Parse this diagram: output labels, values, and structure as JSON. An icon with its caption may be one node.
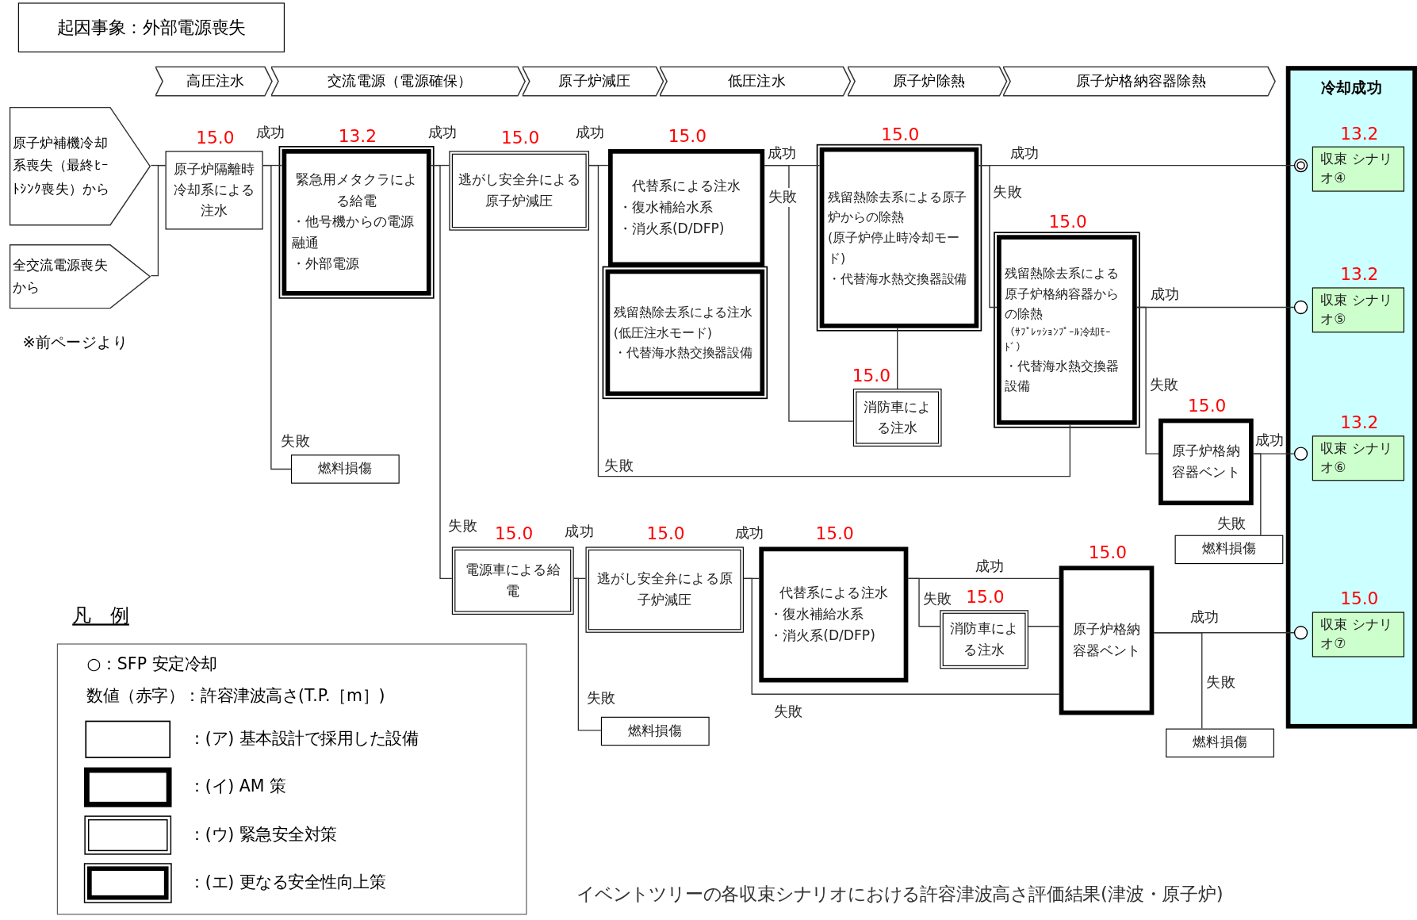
{
  "diagram": {
    "title": "起因事象：外部電源喪失",
    "caption": "イベントツリーの各収束シナリオにおける許容津波高さ評価結果(津波・原子炉)",
    "nodes": [
      {
        "text": [
          "高圧注水"
        ]
      },
      {
        "text": [
          "交流電源（電源確保）"
        ]
      },
      {
        "text": [
          "原子炉減圧"
        ]
      },
      {
        "text": [
          "低圧注水"
        ]
      },
      {
        "text": [
          "原子炉除熱"
        ]
      },
      {
        "text": [
          "原子炉格納容器除熱"
        ]
      },
      {
        "text": [
          "冷却成功"
        ]
      },
      {
        "text": [
          "収束 シナリオ④"
        ],
        "in": 6,
        "beside": [
          "13.2"
        ]
      },
      {
        "text": [
          "収束 シナリオ⑤"
        ],
        "in": 6,
        "beside": [
          "13.2"
        ]
      },
      {
        "text": [
          "収束 シナリオ⑥"
        ],
        "in": 6,
        "beside": [
          "13.2"
        ]
      },
      {
        "text": [
          "収束 シナリオ⑦"
        ],
        "in": 6,
        "beside": [
          "15.0"
        ]
      },
      {
        "text": [
          "原子炉補機冷却系喪失（最終ﾋｰﾄｼﾝｸ喪失）から"
        ]
      },
      {
        "text": [
          "全交流電源喪失から"
        ]
      },
      {
        "text": [
          "原子炉隔離時冷却系による注水"
        ],
        "beside": [
          "15.0"
        ]
      },
      {
        "text": [
          "緊急用メタクラによる給電",
          "・他号機からの電源融通",
          "・外部電源"
        ],
        "beside": [
          "13.2"
        ]
      },
      {
        "text": [
          "逃がし安全弁による原子炉減圧"
        ],
        "beside": [
          "15.0"
        ]
      },
      {
        "text": [
          "代替系による注水",
          "・復水補給水系",
          "・消火系(D/DFP)"
        ],
        "beside": [
          "15.0"
        ]
      },
      {
        "text": [
          "残留熱除去系による注水",
          "(低圧注水モード)",
          "・代替海水熱交換器設備"
        ]
      },
      {
        "text": [
          "残留熱除去系による原子炉からの除熱",
          "(原子炉停止時冷却モード)",
          "・代替海水熱交換器設備"
        ],
        "beside": [
          "15.0"
        ]
      },
      {
        "text": [
          "消防車による注水"
        ],
        "beside": [
          "15.0"
        ]
      },
      {
        "text": [
          "残留熱除去系による原子炉格納容器からの除熱",
          "（ｻﾌﾟﾚｯｼｮﾝﾌﾟｰﾙ冷却ﾓｰﾄﾞ）",
          "・代替海水熱交換器設備"
        ],
        "beside": [
          "15.0"
        ]
      },
      {
        "text": [
          "原子炉格納容器ベント"
        ],
        "beside": [
          "15.0"
        ]
      },
      {
        "text": [
          "燃料損傷"
        ]
      },
      {
        "text": [
          "燃料損傷"
        ]
      },
      {
        "text": [
          "電源車による給電"
        ],
        "beside": [
          "15.0"
        ]
      },
      {
        "text": [
          "逃がし安全弁による原子炉減圧"
        ],
        "beside": [
          "15.0"
        ]
      },
      {
        "text": [
          "代替系による注水",
          "・復水補給水系",
          "・消火系(D/DFP)"
        ],
        "beside": [
          "15.0"
        ]
      },
      {
        "text": [
          "消防車による注水"
        ],
        "beside": [
          "15.0"
        ]
      },
      {
        "text": [
          "原子炉格納容器ベント"
        ],
        "beside": [
          "15.0"
        ]
      },
      {
        "text": [
          "燃料損傷"
        ]
      },
      {
        "text": [
          "燃料損傷"
        ]
      }
    ],
    "edges": [
      {
        "from": 11,
        "to": 13,
        "arrow": "none"
      },
      {
        "from": 12,
        "to": 13,
        "arrow": "none"
      },
      {
        "from": 13,
        "to": 14,
        "arrow": "none",
        "label": "成功"
      },
      {
        "from": 13,
        "to": 22,
        "arrow": "none",
        "label": "失敗"
      },
      {
        "from": 14,
        "to": 15,
        "arrow": "none",
        "label": "成功"
      },
      {
        "from": 14,
        "to": 24,
        "arrow": "none",
        "label": "失敗"
      },
      {
        "from": 15,
        "to": 16,
        "arrow": "none",
        "label": "成功"
      },
      {
        "from": 15,
        "to": 20,
        "arrow": "none",
        "label": "失敗"
      },
      {
        "from": 16,
        "to": 18,
        "arrow": "none",
        "label": "成功"
      },
      {
        "from": 16,
        "to": 19,
        "arrow": "none",
        "label": "失敗"
      },
      {
        "from": 19,
        "to": 18,
        "arrow": "none"
      },
      {
        "from": 18,
        "to": 7,
        "arrow": "other",
        "label": "成功"
      },
      {
        "from": 18,
        "to": 20,
        "arrow": "none",
        "label": "失敗"
      },
      {
        "from": 20,
        "to": 8,
        "arrow": "other",
        "label": "成功"
      },
      {
        "from": 20,
        "to": 21,
        "arrow": "none",
        "label": "失敗"
      },
      {
        "from": 21,
        "to": 9,
        "arrow": "other",
        "label": "成功"
      },
      {
        "from": 21,
        "to": 23,
        "arrow": "none",
        "label": "失敗"
      },
      {
        "from": 24,
        "to": 25,
        "arrow": "none",
        "label": "成功"
      },
      {
        "from": 24,
        "to": 29,
        "arrow": "none",
        "label": "失敗"
      },
      {
        "from": 25,
        "to": 26,
        "arrow": "none",
        "label": "成功"
      },
      {
        "from": 25,
        "to": 28,
        "arrow": "none",
        "label": "失敗"
      },
      {
        "from": 26,
        "to": 28,
        "arrow": "none",
        "label": "成功"
      },
      {
        "from": 26,
        "to": 27,
        "arrow": "none",
        "label": "失敗"
      },
      {
        "from": 27,
        "to": 28,
        "arrow": "none"
      },
      {
        "from": 28,
        "to": 10,
        "arrow": "other",
        "label": "成功"
      },
      {
        "from": 28,
        "to": 30,
        "arrow": "none",
        "label": "失敗"
      }
    ],
    "labels": [
      "※前ページより",
      "凡　例",
      "○：SFP 安定冷却",
      "数値（赤字）：許容津波高さ(T.P.［m］)"
    ],
    "legend": [
      {
        "text": "：(ア) 基本設計で採用した設備"
      },
      {
        "text": "：(イ) AM 策"
      },
      {
        "text": "：(ウ) 緊急安全対策"
      },
      {
        "text": "：(エ) 更なる安全性向上策"
      }
    ]
  }
}
